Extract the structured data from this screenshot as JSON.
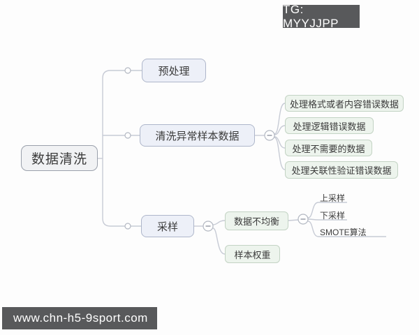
{
  "badges": {
    "tg": "TG: MYYJJPP",
    "watermark": "www.chn-h5-9sport.com"
  },
  "map": {
    "root": {
      "label": "数据清洗"
    },
    "branches": [
      {
        "label": "预处理",
        "children": []
      },
      {
        "label": "清洗异常样本数据",
        "children": [
          {
            "label": "处理格式或者内容错误数据"
          },
          {
            "label": "处理逻辑错误数据"
          },
          {
            "label": "处理不需要的数据"
          },
          {
            "label": "处理关联性验证错误数据"
          }
        ]
      },
      {
        "label": "采样",
        "children": [
          {
            "label": "数据不均衡",
            "children": [
              {
                "label": "上采样"
              },
              {
                "label": "下采样"
              },
              {
                "label": "SMOTE算法"
              }
            ]
          },
          {
            "label": "样本权重"
          }
        ]
      }
    ]
  },
  "icons": {
    "collapse_minus": "collapse-minus-icon",
    "collapse_dot": "collapse-dot-icon"
  },
  "colors": {
    "badge_bg": "#58595b",
    "badge_text": "#ffffff",
    "connector": "#c7cbd5",
    "root_fill": "#f1f2f4",
    "level1_fill": "#edf0f8",
    "level1_border": "#aeb6ca",
    "child_fill": "#edf4ed",
    "child_border": "#c3d3c4",
    "text": "#3b3b3b"
  }
}
